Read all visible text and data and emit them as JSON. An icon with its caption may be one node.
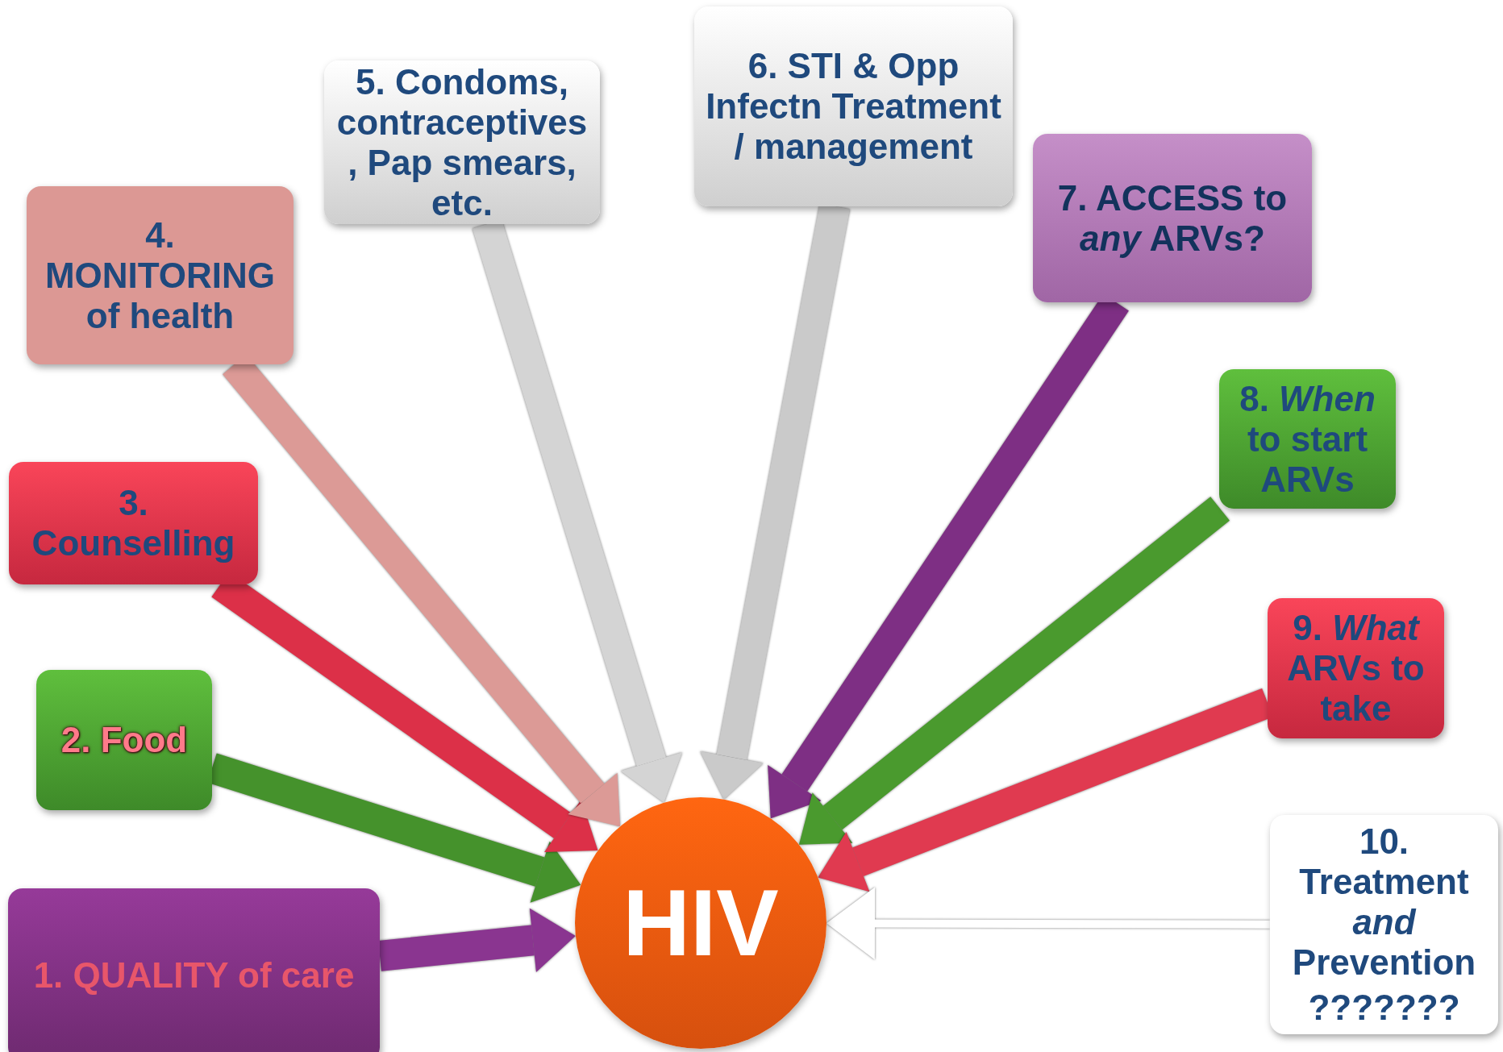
{
  "diagram": {
    "nodes": [
      {
        "text": [
          "1. QUALITY of care"
        ]
      },
      {
        "text": [
          "2. Food"
        ]
      },
      {
        "text": [
          "3. Counselling"
        ]
      },
      {
        "text": [
          "4. MONITORING of health"
        ]
      },
      {
        "text": [
          "5. Condoms, contraceptives, Pap smears, etc."
        ]
      },
      {
        "text": [
          "6. STI & Opp Infectn Treatment / management"
        ]
      },
      {
        "text": [
          "7. ACCESS to *any* ARVs?"
        ]
      },
      {
        "text": [
          "8. *When* to start ARVs"
        ]
      },
      {
        "text": [
          "9. *What* ARVs to take"
        ]
      },
      {
        "text": [
          "10. Treatment *and* Prevention",
          "???????"
        ]
      },
      {
        "text": [
          "HIV"
        ]
      }
    ],
    "edges": [
      {
        "from": 0,
        "to": 10,
        "arrow": "to",
        "color": "#8a3590"
      },
      {
        "from": 1,
        "to": 10,
        "arrow": "to",
        "color": "#45922c"
      },
      {
        "from": 2,
        "to": 10,
        "arrow": "to",
        "color": "#dc3048"
      },
      {
        "from": 3,
        "to": 10,
        "arrow": "to",
        "color": "#dc9a96"
      },
      {
        "from": 4,
        "to": 10,
        "arrow": "to",
        "color": "#d4d4d4"
      },
      {
        "from": 5,
        "to": 10,
        "arrow": "to",
        "color": "#cacaca"
      },
      {
        "from": 6,
        "to": 10,
        "arrow": "to",
        "color": "#7e2f84"
      },
      {
        "from": 7,
        "to": 10,
        "arrow": "to",
        "color": "#4a9a2e"
      },
      {
        "from": 8,
        "to": 10,
        "arrow": "to",
        "color": "#e03a50"
      },
      {
        "from": 9,
        "to": 10,
        "arrow": "to",
        "color": "#ffffff"
      }
    ]
  }
}
